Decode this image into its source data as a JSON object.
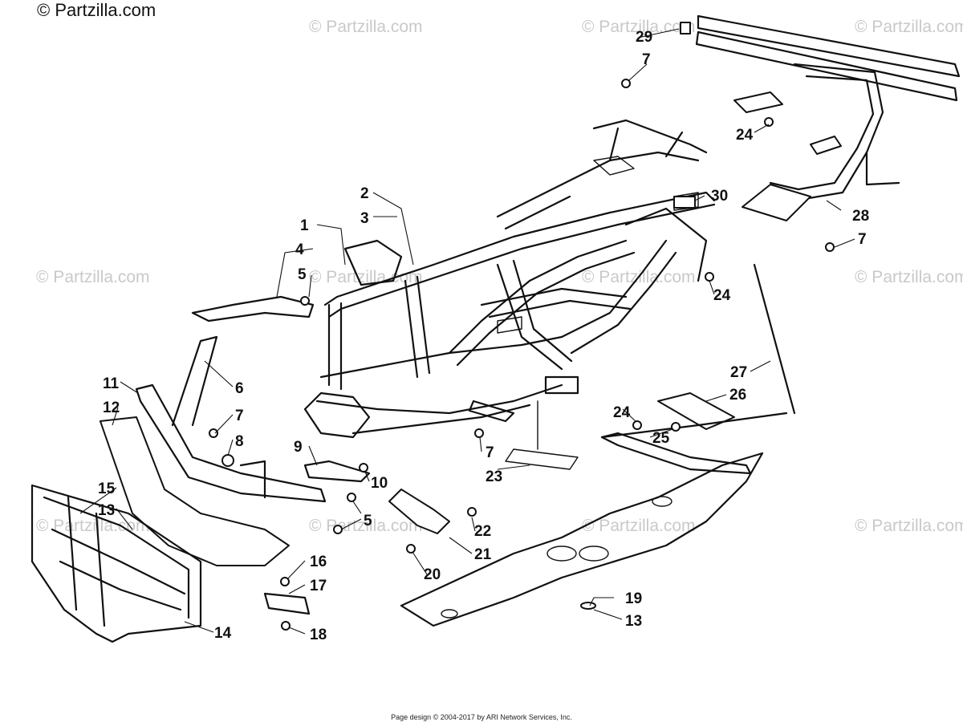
{
  "header": {
    "copyright": "© Partzilla.com"
  },
  "watermark": "© Partzilla.com",
  "footer": {
    "text": "Page design © 2004-2017 by ARI Network Services, Inc."
  },
  "callouts": [
    "1",
    "2",
    "3",
    "4",
    "5",
    "5",
    "6",
    "7",
    "7",
    "7",
    "7",
    "8",
    "9",
    "10",
    "11",
    "12",
    "13",
    "13",
    "14",
    "15",
    "16",
    "17",
    "18",
    "19",
    "20",
    "21",
    "22",
    "23",
    "24",
    "24",
    "24",
    "25",
    "26",
    "27",
    "28",
    "29",
    "30"
  ]
}
